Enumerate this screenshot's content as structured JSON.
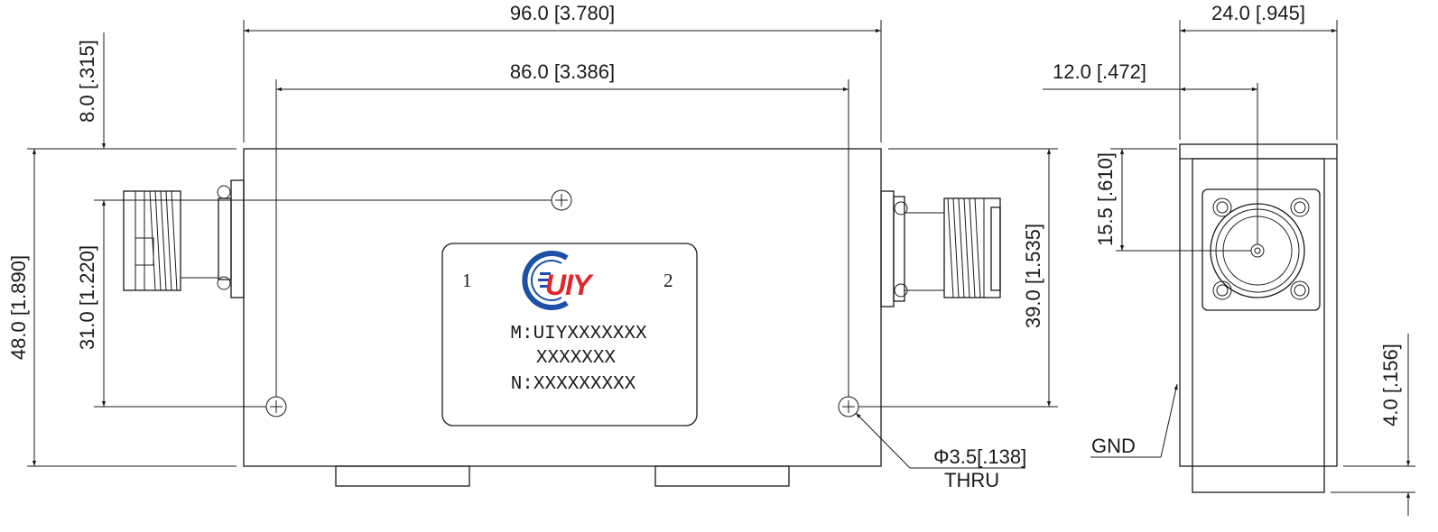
{
  "drawing": {
    "dims": {
      "overall_length": "96.0 [3.780]",
      "hole_spacing": "86.0 [3.386]",
      "side_width": "24.0 [.945]",
      "side_half_width": "12.0 [.472]",
      "top_offset": "8.0 [.315]",
      "port_to_hole": "31.0 [1.220]",
      "overall_height": "48.0 [1.890]",
      "right_port_span": "39.0 [1.535]",
      "side_port_height": "15.5 [.610]",
      "gnd_height": "4.0 [.156]"
    },
    "callouts": {
      "hole_dia": "Φ3.5[.138]",
      "hole_type": "THRU",
      "gnd": "GND"
    },
    "label_plate": {
      "port1": "1",
      "port2": "2",
      "logo_text": "UIY",
      "model_line": "M:UIYXXXXXXX",
      "line2": "XXXXXXX",
      "serial_line": "N:XXXXXXXXX"
    },
    "colors": {
      "logo_blue": "#1b4fa8",
      "logo_red": "#e0262e",
      "line": "#1a1a1a"
    }
  }
}
